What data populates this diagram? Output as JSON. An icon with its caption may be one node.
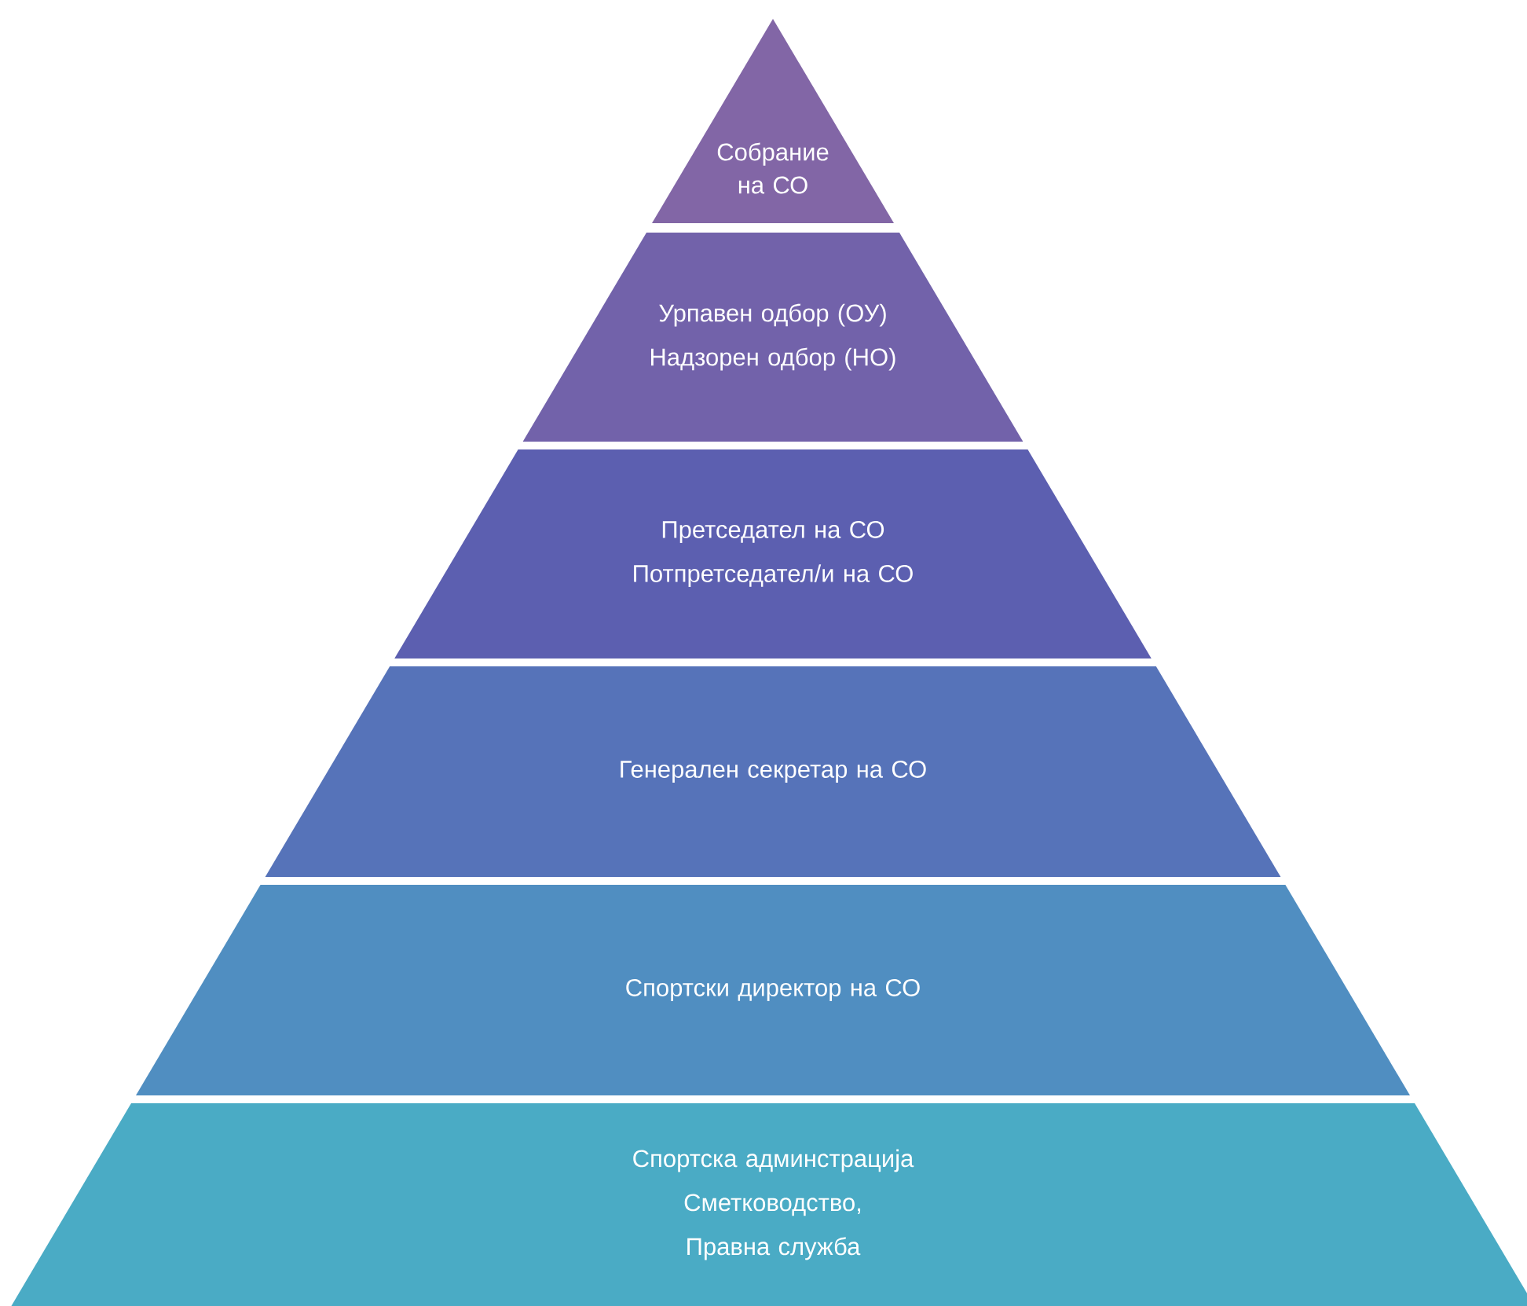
{
  "diagram": {
    "nodes": [
      {
        "text": [
          "Собрание на СО"
        ]
      },
      {
        "text": [
          "Урпавен одбор (ОУ)",
          "Надзорен одбор (НО)"
        ]
      },
      {
        "text": [
          "Претседател на СО",
          "Потпретседател/и на СО"
        ]
      },
      {
        "text": [
          "Генерален секретар на СО"
        ]
      },
      {
        "text": [
          "Спортски директор на СО"
        ]
      },
      {
        "text": [
          "Спортска админстрација",
          "Сметководство,",
          "Правна служба"
        ]
      }
    ]
  }
}
